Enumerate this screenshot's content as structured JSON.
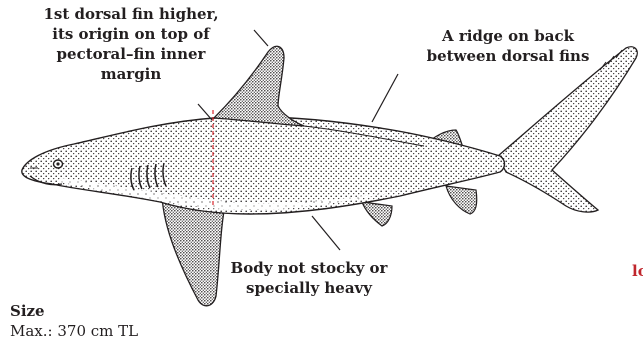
{
  "annotations": {
    "dorsal_fin": [
      "1st dorsal fin higher,",
      "its origin on top of",
      "pectoral–fin inner",
      "margin"
    ],
    "ridge": [
      "A ridge on back",
      "between dorsal fins"
    ],
    "body": [
      "Body not stocky or",
      "specially heavy"
    ]
  },
  "size": {
    "title": "Size",
    "max": "Max.: 370 cm TL"
  },
  "cut_off_text": "lo",
  "colors": {
    "ink": "#231f20",
    "guide_line": "#d9262c",
    "cut_text": "#c0262c"
  }
}
